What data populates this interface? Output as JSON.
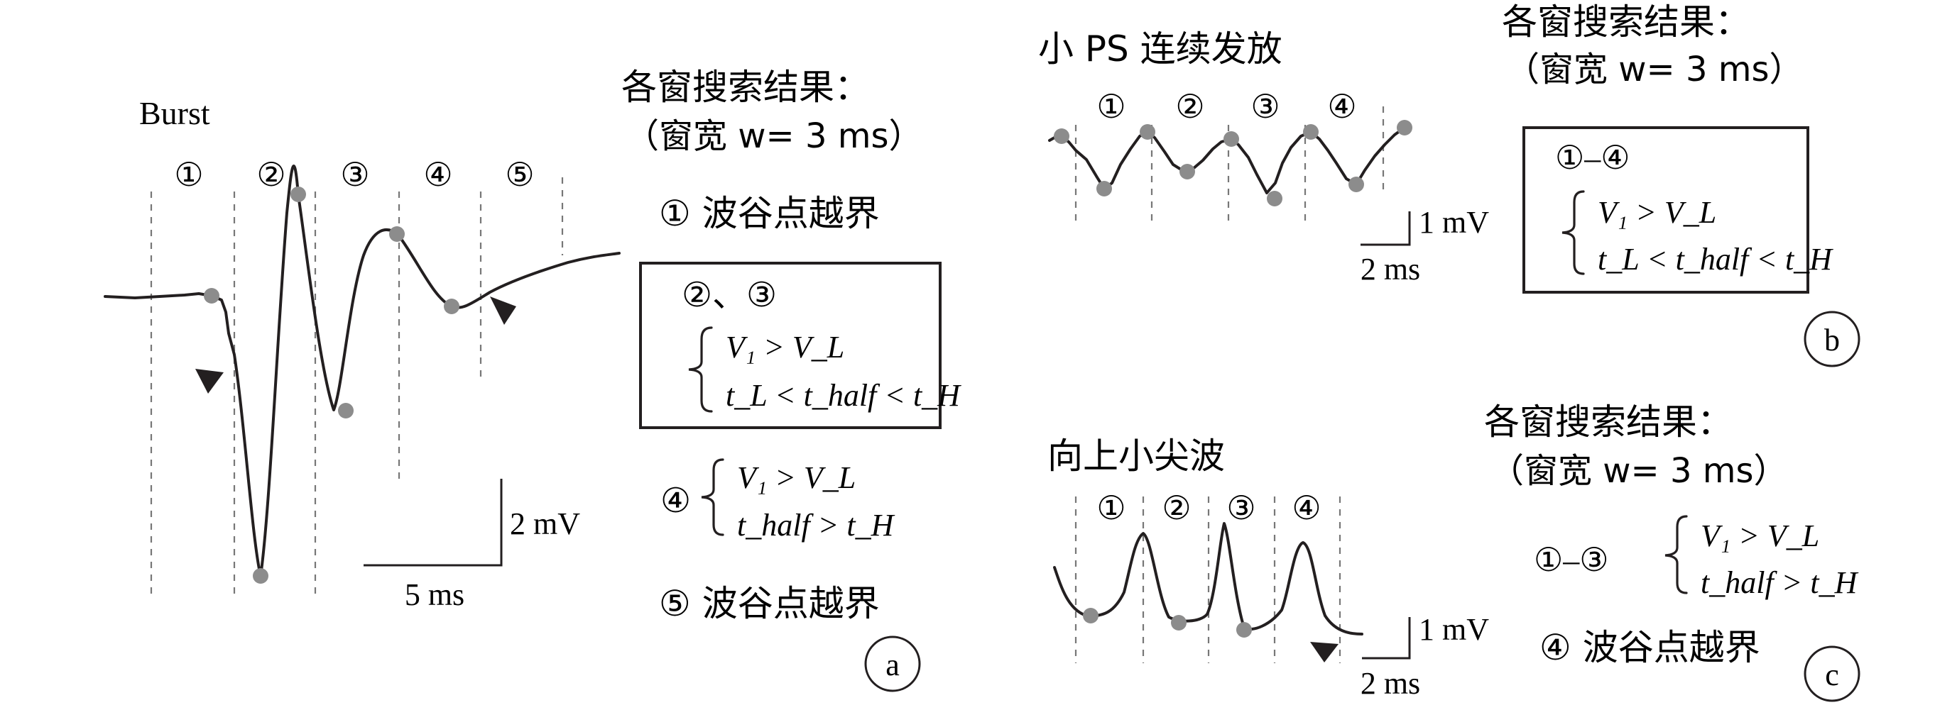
{
  "colors": {
    "ink": "#231f20",
    "marker": "#8c8c8c",
    "dash": "#777777"
  },
  "panel_a": {
    "trace_title": "Burst",
    "window_labels": [
      "①",
      "②",
      "③",
      "④",
      "⑤"
    ],
    "results_title": "各窗搜索结果：",
    "results_width": "（窗宽 w= 3 ms）",
    "result_1": "① 波谷点越界",
    "box_title": "②、③",
    "box_cond_1": "V₁ > V_L",
    "box_cond_2": "t_L < t_half < t_H",
    "result_4_num": "④",
    "result_4_cond_1": "V₁ > V_L",
    "result_4_cond_2": "t_half > t_H",
    "result_5": "⑤ 波谷点越界",
    "scale_v": "2 mV",
    "scale_t": "5 ms",
    "panel_label": "a"
  },
  "panel_b": {
    "trace_title": "小 PS 连续发放",
    "window_labels": [
      "①",
      "②",
      "③",
      "④"
    ],
    "results_title": "各窗搜索结果：",
    "results_width": "（窗宽 w= 3 ms）",
    "box_title": "①–④",
    "box_cond_1": "V₁ > V_L",
    "box_cond_2": "t_L < t_half < t_H",
    "scale_v": "1 mV",
    "scale_t": "2 ms",
    "panel_label": "b"
  },
  "panel_c": {
    "trace_title": "向上小尖波",
    "window_labels": [
      "①",
      "②",
      "③",
      "④"
    ],
    "results_title": "各窗搜索结果：",
    "results_width": "（窗宽 w= 3 ms）",
    "result_13_num": "①–③",
    "result_13_cond_1": "V₁ > V_L",
    "result_13_cond_2": "t_half > t_H",
    "result_4": "④ 波谷点越界",
    "scale_v": "1 mV",
    "scale_t": "2 ms",
    "panel_label": "c"
  }
}
